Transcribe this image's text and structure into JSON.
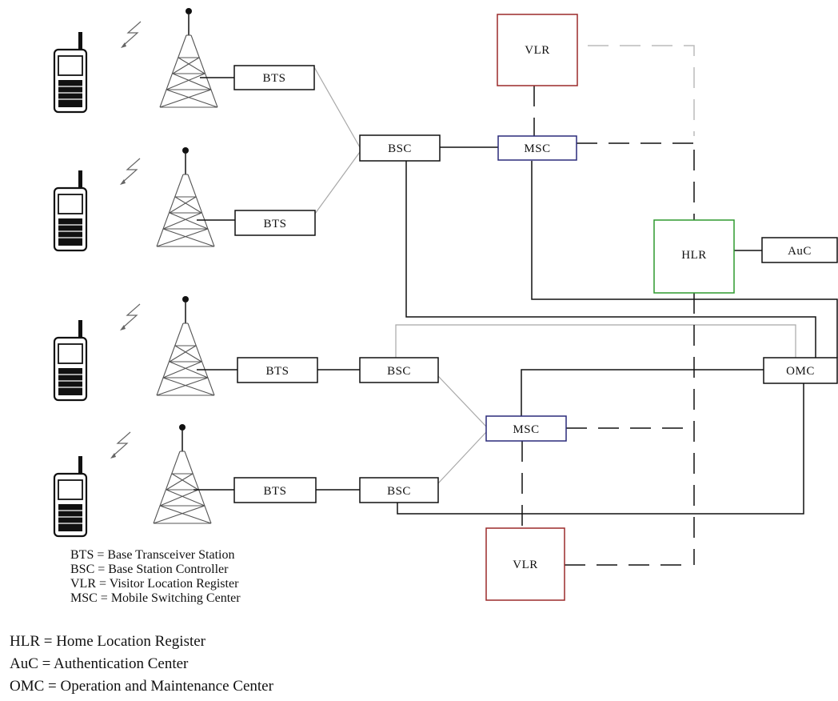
{
  "nodes": {
    "bts1": "BTS",
    "bts2": "BTS",
    "bts3": "BTS",
    "bts4": "BTS",
    "bsc_top": "BSC",
    "bsc_mid": "BSC",
    "bsc_bot": "BSC",
    "msc_top": "MSC",
    "msc_bot": "MSC",
    "vlr_top": "VLR",
    "vlr_bot": "VLR",
    "hlr": "HLR",
    "auc": "AuC",
    "omc": "OMC"
  },
  "legend": {
    "bts": "BTS = Base Transceiver Station",
    "bsc": "BSC = Base Station Controller",
    "vlr": "VLR = Visitor Location Register",
    "msc": "MSC = Mobile Switching Center",
    "hlr": "HLR = Home Location Register",
    "auc": "AuC = Authentication Center",
    "omc": "OMC = Operation and Maintenance Center"
  },
  "colors": {
    "vlr_border": "#9b2a2a",
    "hlr_border": "#2e9a2e",
    "msc_border": "#2a2a7a",
    "line": "#111111",
    "light_line": "#a8a8a8"
  },
  "icons": [
    "mobile-phone-icon",
    "radio-tower-icon",
    "signal-bolt-icon"
  ]
}
